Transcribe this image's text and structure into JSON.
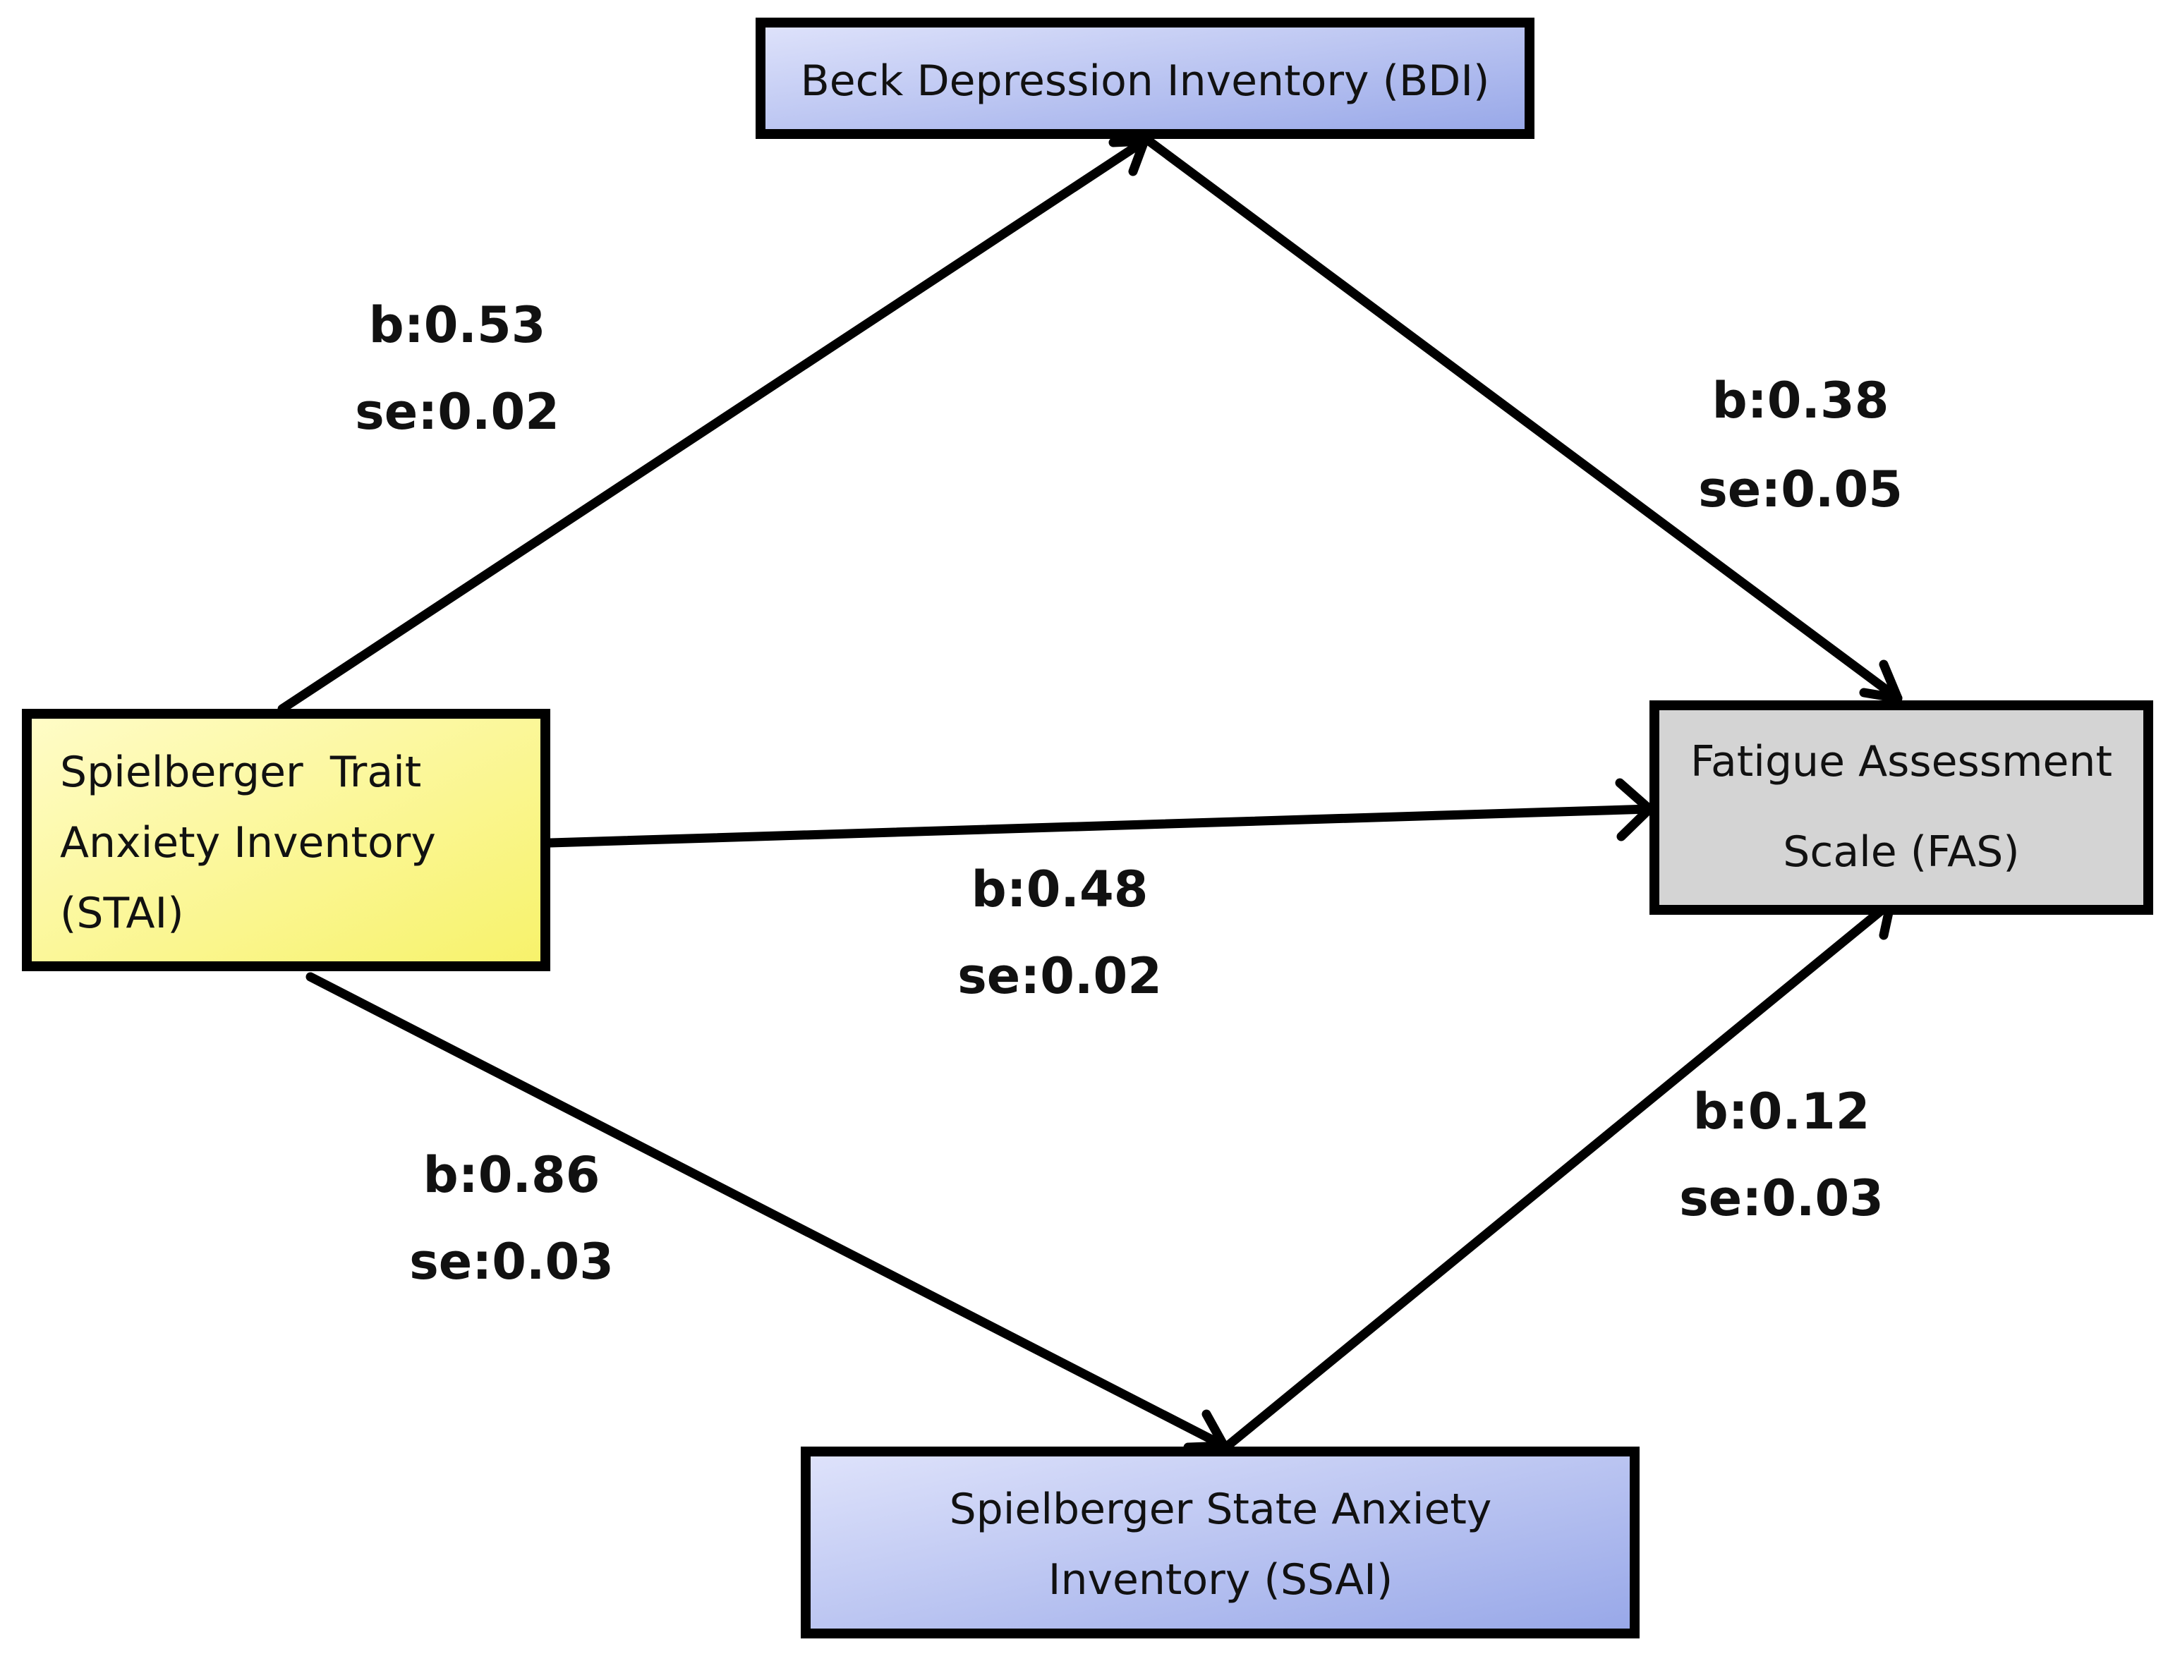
{
  "colors": {
    "stai_fill_start": "#fffcc8",
    "stai_fill_end": "#f7f26a",
    "bdi_fill_start": "#dfe3fb",
    "bdi_fill_end": "#97a7e8",
    "ssai_fill_start": "#dfe3fb",
    "ssai_fill_end": "#97a7e8",
    "fas_fill": "#d4d4d4",
    "line": "#000000"
  },
  "nodes": {
    "bdi": {
      "lines": [
        "Beck Depression Inventory (BDI)"
      ]
    },
    "stai": {
      "lines": [
        "Spielberger  Trait",
        "Anxiety Inventory",
        "(STAI)"
      ]
    },
    "fas": {
      "lines": [
        "Fatigue Assessment",
        "Scale (FAS)"
      ]
    },
    "ssai": {
      "lines": [
        "Spielberger State Anxiety",
        "Inventory (SSAI)"
      ]
    }
  },
  "edges": {
    "stai_bdi": {
      "from": "STAI",
      "to": "BDI",
      "b": "b:0.53",
      "se": "se:0.02"
    },
    "bdi_fas": {
      "from": "BDI",
      "to": "FAS",
      "b": "b:0.38",
      "se": "se:0.05"
    },
    "stai_fas": {
      "from": "STAI",
      "to": "FAS",
      "b": "b:0.48",
      "se": "se:0.02"
    },
    "stai_ssai": {
      "from": "STAI",
      "to": "SSAI",
      "b": "b:0.86",
      "se": "se:0.03"
    },
    "ssai_fas": {
      "from": "SSAI",
      "to": "FAS",
      "b": "b:0.12",
      "se": "se:0.03"
    }
  }
}
